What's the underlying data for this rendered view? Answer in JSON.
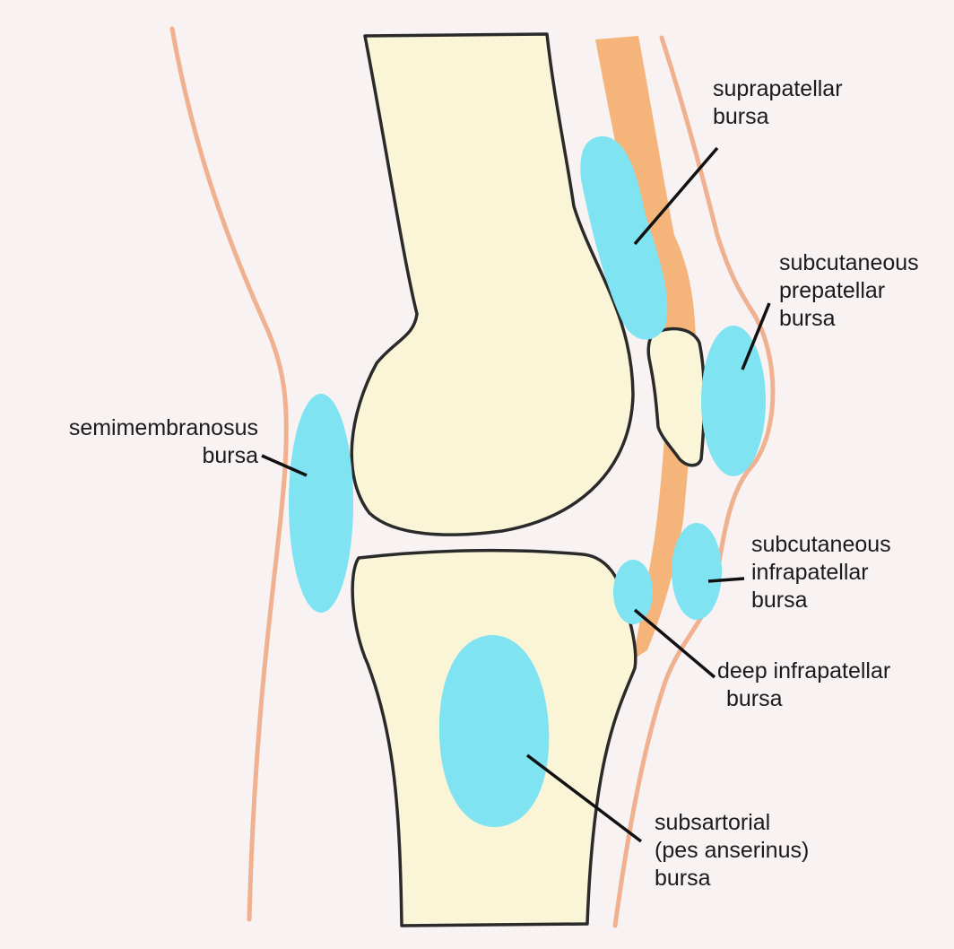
{
  "colors": {
    "background": "#f8f2f2",
    "bone_fill": "#fbf5d8",
    "bone_outline": "#2a2a2a",
    "bursa": "#7fe3f2",
    "tendon": "#f4b47a",
    "skin_line": "#f0b190",
    "leader_line": "#111111"
  },
  "labels": {
    "suprapatellar": [
      "suprapatellar",
      "bursa"
    ],
    "prepatellar": [
      "subcutaneous",
      "prepatellar",
      "bursa"
    ],
    "semimembranosus": [
      "semimembranosus",
      "bursa"
    ],
    "infrapatellar_subcutaneous": [
      "subcutaneous",
      "infrapatellar",
      "bursa"
    ],
    "deep_infrapatellar": [
      "deep infrapatellar",
      "bursa"
    ],
    "subsartorial": [
      "subsartorial",
      "(pes anserinus)",
      "bursa"
    ]
  },
  "icons": {
    "femur": "femur-bone-shape",
    "tibia": "tibia-bone-shape",
    "patella": "patella-bone-shape",
    "quadriceps_tendon": "tendon-band-shape"
  }
}
